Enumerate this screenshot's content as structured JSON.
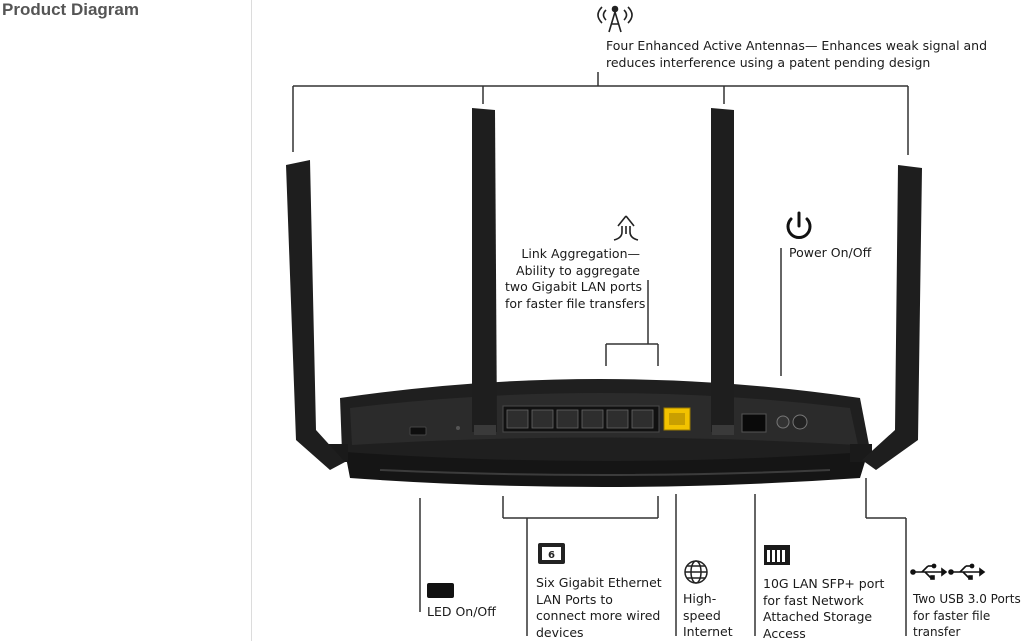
{
  "section": {
    "title": "Product Diagram"
  },
  "callouts": {
    "antennas": [
      "Four Enhanced Active Antennas— Enhances weak signal and",
      "reduces interference using a patent pending design"
    ],
    "link_aggregation": [
      "Link Aggregation—",
      "Ability to aggregate",
      "two Gigabit LAN ports",
      "for faster file transfers"
    ],
    "power": [
      "Power On/Off"
    ],
    "led": [
      "LED On/Off"
    ],
    "lan_ports": [
      "Six Gigabit Ethernet",
      "LAN Ports to",
      "connect more wired",
      "devices"
    ],
    "internet": [
      "High-",
      "speed",
      "Internet"
    ],
    "sfp": [
      "10G LAN SFP+ port",
      "for fast Network",
      "Attached Storage",
      "Access"
    ],
    "usb": [
      "Two USB 3.0 Ports",
      "for faster file",
      "transfer"
    ]
  },
  "badges": {
    "lan_count": "6"
  },
  "icons": {
    "antenna": "antenna-signal-icon",
    "link_aggregation": "merge-arrow-icon",
    "power": "power-icon",
    "led": "led-block-icon",
    "lan": "ethernet-port-icon",
    "internet": "globe-icon",
    "nas": "nas-drive-icon",
    "usb": "usb-icon"
  },
  "colors": {
    "router_body": "#232323",
    "wan_port": "#f2c200",
    "lines": "#333333"
  }
}
